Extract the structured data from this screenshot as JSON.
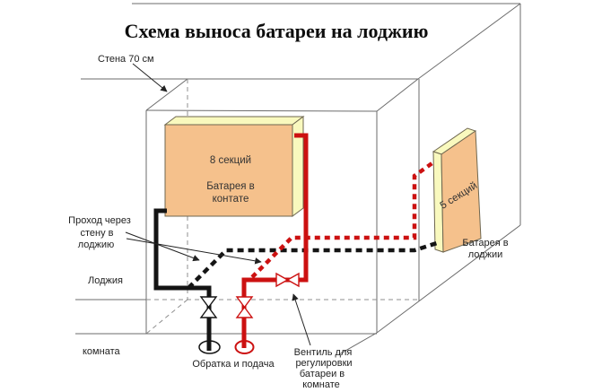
{
  "title": "Схема выноса батареи на лоджию",
  "labels": {
    "wall": "Стена 70 см",
    "pass_wall": [
      "Проход через",
      "стену в",
      "лоджию"
    ],
    "loggia_zone": "Лоджия",
    "room_zone": "комната",
    "return_supply": "Обратка и подача",
    "valve_note": [
      "Вентиль для",
      "регулировки",
      "батареи в",
      "комнате"
    ]
  },
  "room_radiator": {
    "sections": "8 секций",
    "caption": [
      "Батарея в",
      "контате"
    ]
  },
  "loggia_radiator": {
    "sections": "5 секций",
    "caption": [
      "Батарея в",
      "лоджии"
    ]
  },
  "colors": {
    "supply_pipe": "#cc1111",
    "return_pipe": "#141414",
    "radiator_front": "#f5c18c",
    "radiator_side": "#f9f9be",
    "structure_line": "#6b6b6b"
  }
}
